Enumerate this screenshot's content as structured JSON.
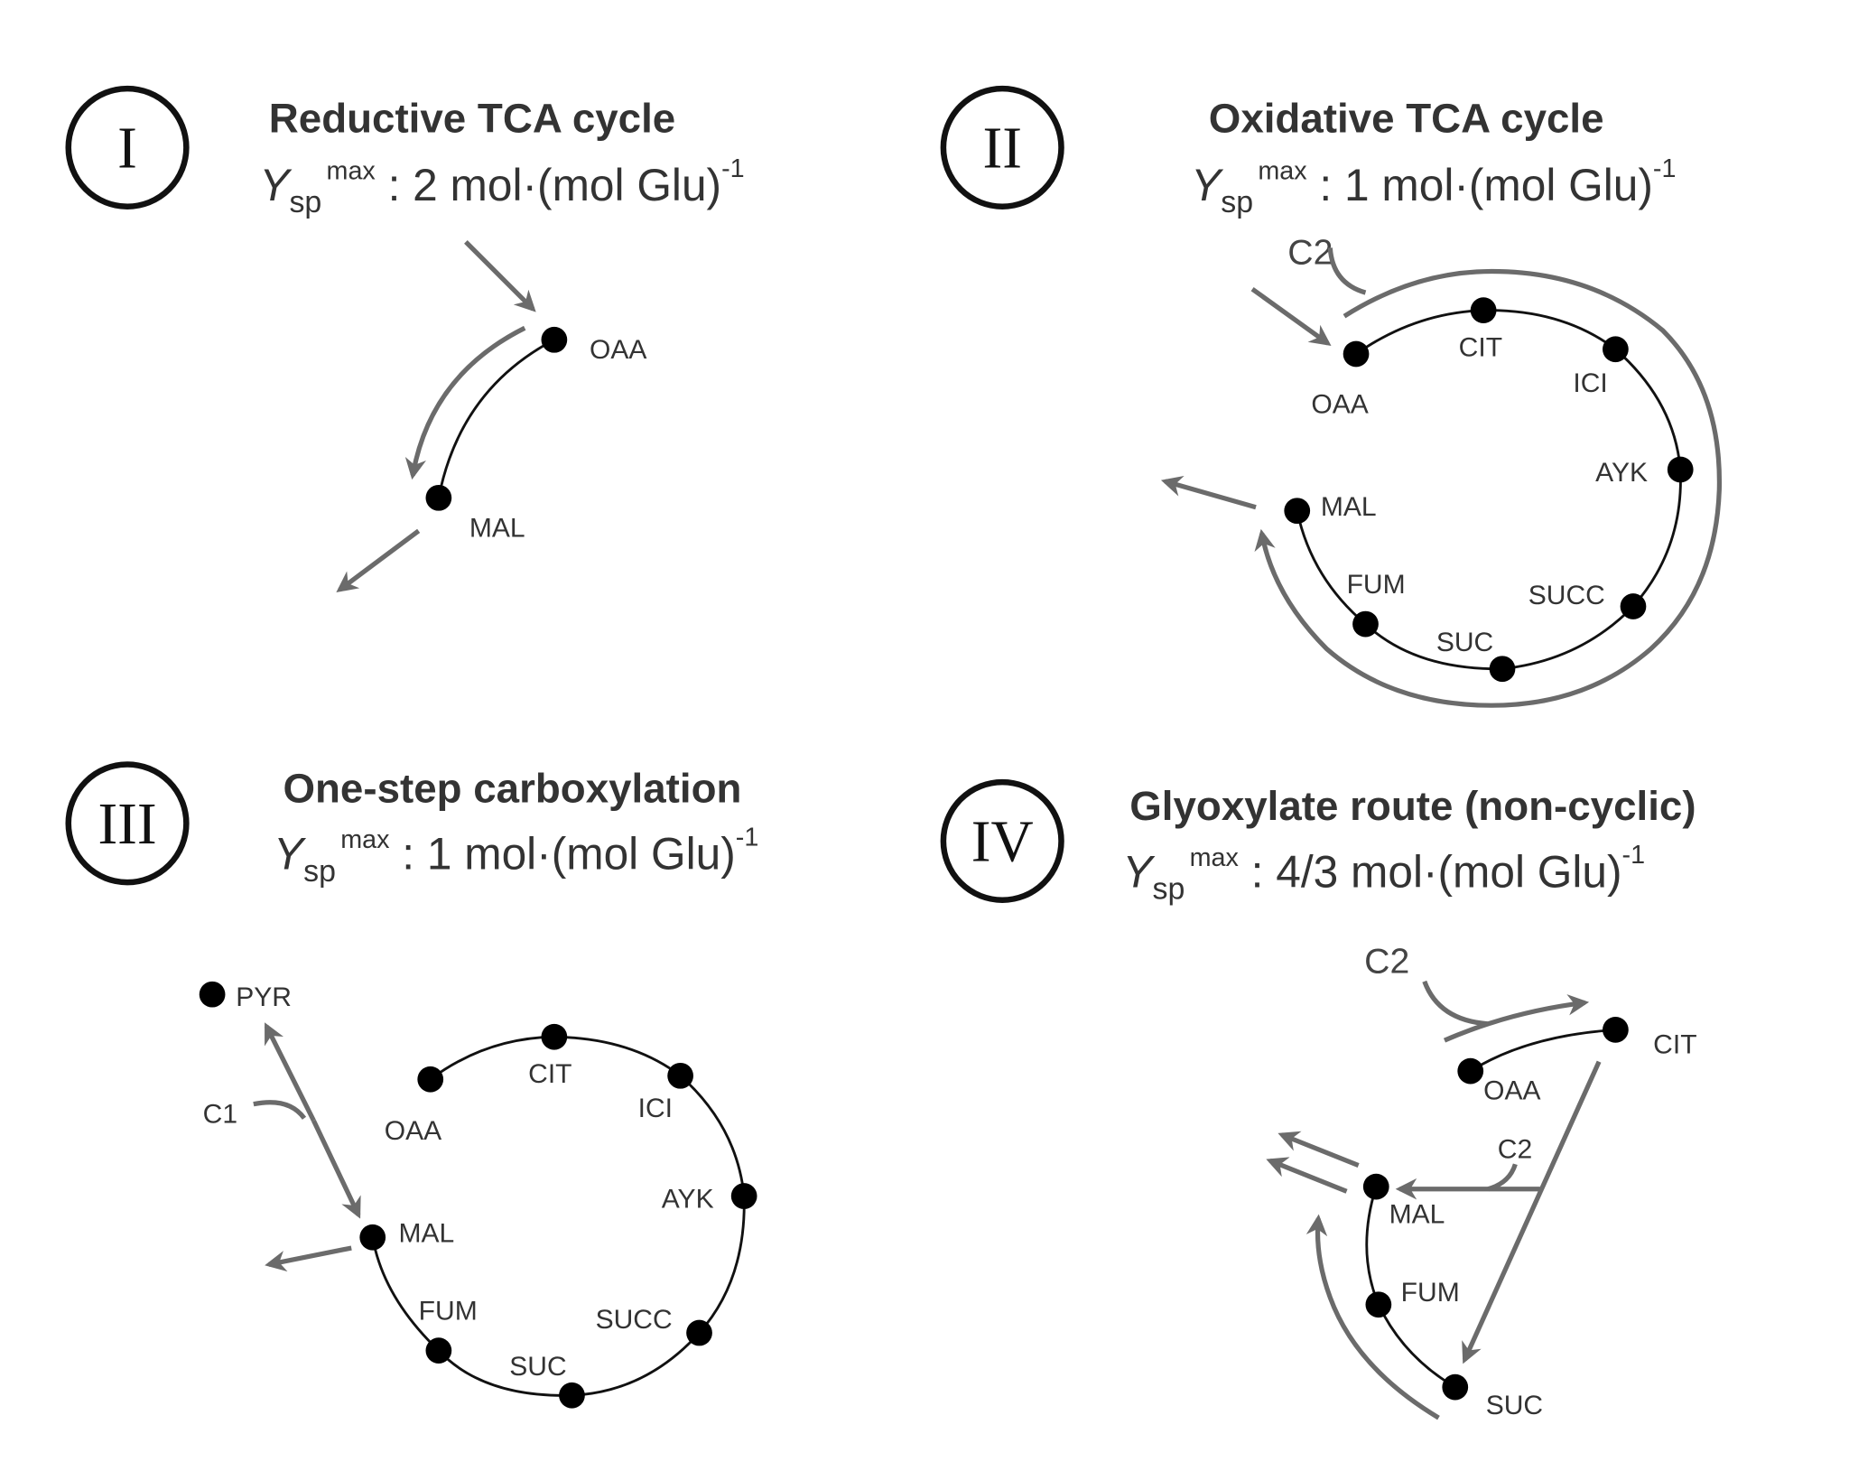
{
  "panels": [
    {
      "numeral": "I",
      "title": "Reductive TCA cycle",
      "yield_value": "2",
      "nodes": [
        "OAA",
        "MAL"
      ]
    },
    {
      "numeral": "II",
      "title": "Oxidative TCA cycle",
      "yield_value": "1",
      "nodes": [
        "OAA",
        "CIT",
        "ICI",
        "AYK",
        "SUCC",
        "SUC",
        "FUM",
        "MAL"
      ],
      "input": "C2"
    },
    {
      "numeral": "III",
      "title": "One-step carboxylation",
      "yield_value": "1",
      "nodes": [
        "PYR",
        "OAA",
        "CIT",
        "ICI",
        "AYK",
        "SUCC",
        "SUC",
        "FUM",
        "MAL"
      ],
      "input": "C1"
    },
    {
      "numeral": "IV",
      "title": "Glyoxylate route (non-cyclic)",
      "yield_value": "4/3",
      "nodes": [
        "CIT",
        "OAA",
        "MAL",
        "FUM",
        "SUC"
      ],
      "input": "C2",
      "input2": "C2"
    }
  ],
  "yield_symbol": "Y",
  "yield_sub": "sp",
  "yield_sup": "max",
  "yield_unit": " mol·(mol Glu)",
  "yield_exp": "-1",
  "colors": {
    "arrow": "#6b6b6b",
    "node": "#000000"
  }
}
